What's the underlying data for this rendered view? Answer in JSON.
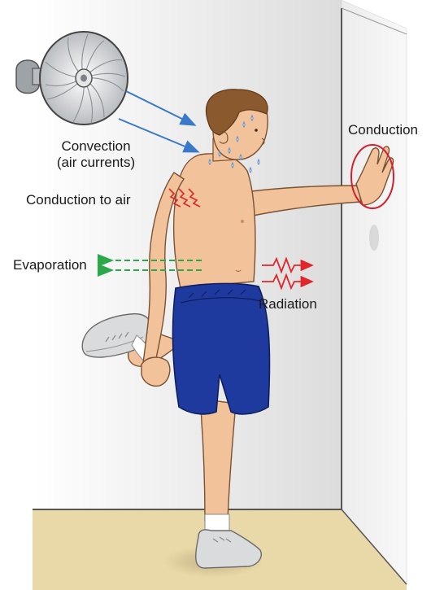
{
  "labels": {
    "convection_line1": "Convection",
    "convection_line2": "(air currents)",
    "conduction_to_air": "Conduction to air",
    "evaporation": "Evaporation",
    "radiation": "Radiation",
    "conduction": "Conduction"
  },
  "colors": {
    "convection_arrow": "#3a78c9",
    "evaporation_arrow": "#2aa84a",
    "heat_arrow": "#e0262b",
    "conduction_circle": "#d4202e",
    "shorts": "#1f3a9e",
    "skin": "#f2c29a",
    "wall": "#e6e6e6",
    "floor": "#ead9a8"
  },
  "icons": [
    "fan-icon",
    "water-droplets-icon",
    "zigzag-heat-icon"
  ]
}
